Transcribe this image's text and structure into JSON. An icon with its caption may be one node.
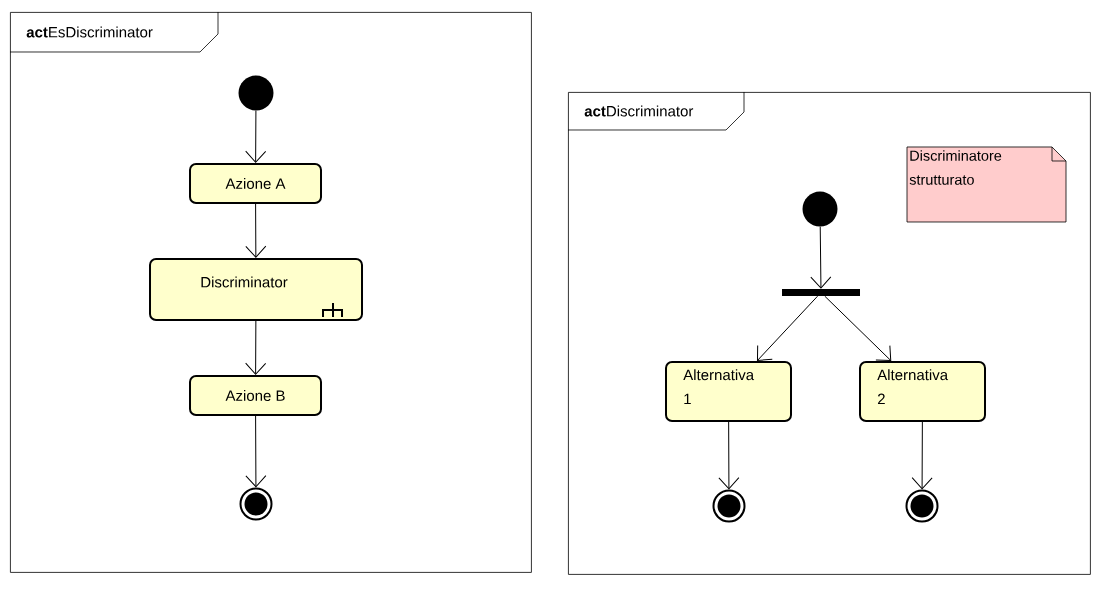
{
  "diagram": {
    "nodes": [
      {
        "text": [
          "**act**EsDiscriminator"
        ]
      },
      {
        "text": [],
        "shape": "circle",
        "in": 0
      },
      {
        "text": [
          "Azione A"
        ],
        "in": 0
      },
      {
        "text": [
          "Discriminator"
        ],
        "in": 0
      },
      {
        "text": [
          "Azione B"
        ],
        "in": 0
      },
      {
        "text": [],
        "shape": "circle",
        "in": 0
      },
      {
        "text": [
          "**act**Discriminator"
        ]
      },
      {
        "text": [
          "Discriminatore strutturato"
        ],
        "in": 6
      },
      {
        "text": [],
        "shape": "circle",
        "in": 6
      },
      {
        "text": [],
        "shape": "bar",
        "in": 6
      },
      {
        "text": [
          "Alternativa 1"
        ],
        "in": 6
      },
      {
        "text": [
          "Alternativa 2"
        ],
        "in": 6
      },
      {
        "text": [],
        "shape": "circle",
        "in": 6
      },
      {
        "text": [],
        "shape": "circle",
        "in": 6
      }
    ],
    "edges": [
      {
        "from": 1,
        "to": 2,
        "arrow": "to"
      },
      {
        "from": 2,
        "to": 3,
        "arrow": "to"
      },
      {
        "from": 3,
        "to": 4,
        "arrow": "to"
      },
      {
        "from": 4,
        "to": 5,
        "arrow": "to"
      },
      {
        "from": 8,
        "to": 9,
        "arrow": "to"
      },
      {
        "from": 9,
        "to": 10,
        "arrow": "to"
      },
      {
        "from": 9,
        "to": 11,
        "arrow": "to"
      },
      {
        "from": 10,
        "to": 12,
        "arrow": "to"
      },
      {
        "from": 11,
        "to": 13,
        "arrow": "to"
      }
    ]
  }
}
